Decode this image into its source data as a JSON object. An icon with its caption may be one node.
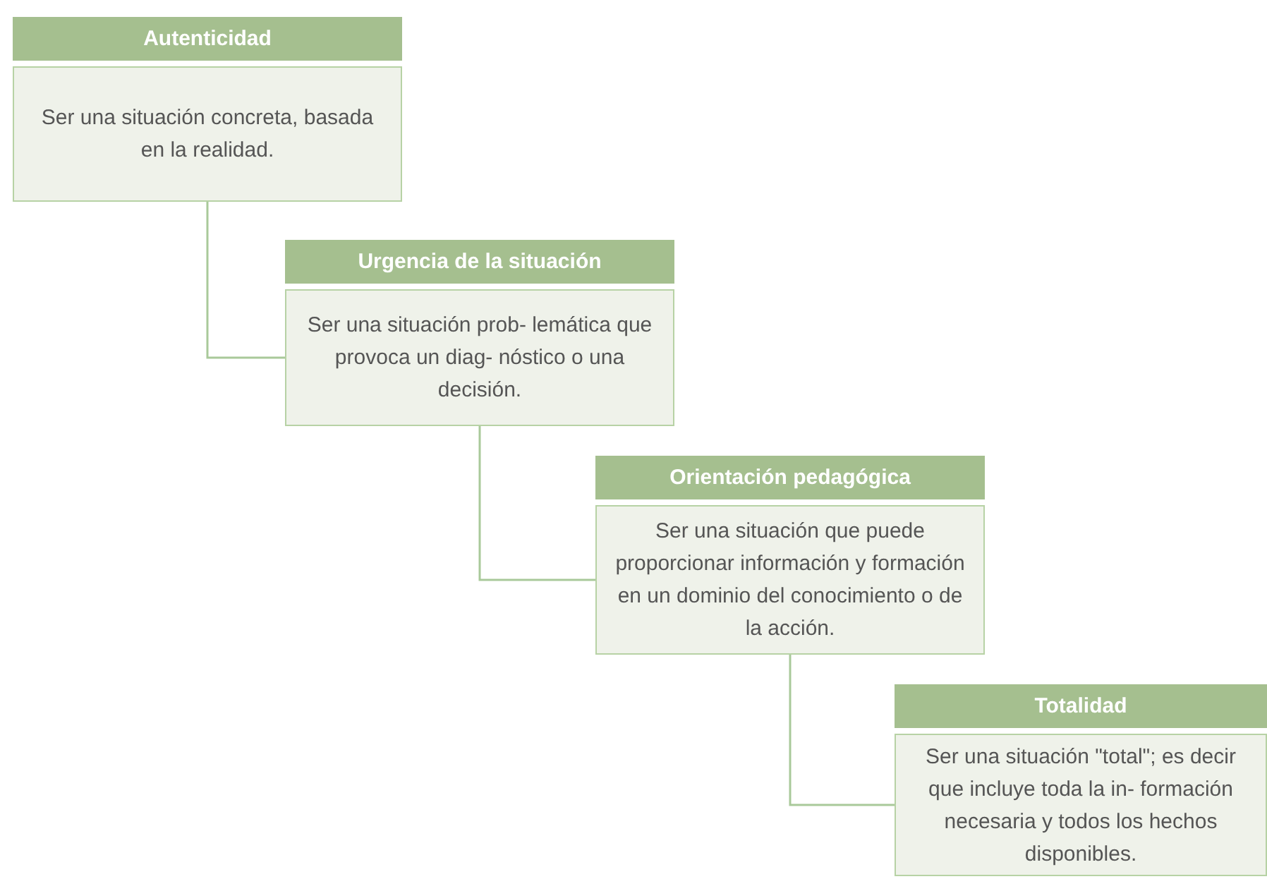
{
  "diagram": {
    "nodes": [
      {
        "text": [
          "Autenticidad",
          "Ser una situación concreta, basada en la realidad."
        ]
      },
      {
        "text": [
          "Urgencia de la situación",
          "Ser una situación prob- lemática que provoca un diag- nóstico o una decisión."
        ]
      },
      {
        "text": [
          "Orientación pedagógica",
          "Ser una situación que puede proporcionar información y formación en un dominio del conocimiento o de la acción."
        ]
      },
      {
        "text": [
          "Totalidad",
          "Ser una situación \"total\"; es decir que incluye toda la in- formación necesaria y todos los hechos disponibles."
        ]
      }
    ],
    "edges": [
      {
        "from": 0,
        "to": 1,
        "arrow": "none"
      },
      {
        "from": 1,
        "to": 2,
        "arrow": "none"
      },
      {
        "from": 2,
        "to": 3,
        "arrow": "none"
      }
    ]
  }
}
